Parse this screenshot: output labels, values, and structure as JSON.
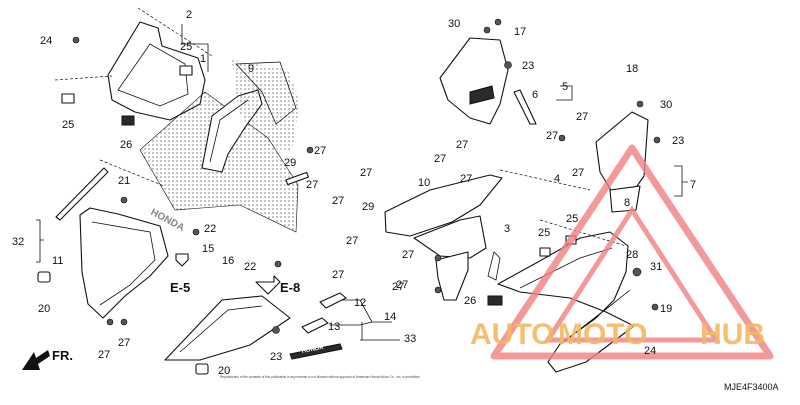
{
  "diagram": {
    "reference_code": "MJE4F3400A",
    "watermark": {
      "brand_auto": "AUTO",
      "brand_moto": "MOTO",
      "brand_hub": "HUB"
    },
    "direction_label": "FR.",
    "section_labels": [
      "E-5",
      "E-8"
    ],
    "stripe_text_1": "HONDA",
    "stripe_text_2": "HONDA",
    "copyright_text": "Reproduction of the contents of this publication in any manner is not allowed without approval of American Honda Motor Co., Inc. is prohibited",
    "callouts": [
      {
        "id": "c2",
        "text": "2"
      },
      {
        "id": "c24a",
        "text": "24"
      },
      {
        "id": "c25a",
        "text": "25"
      },
      {
        "id": "c1",
        "text": "1"
      },
      {
        "id": "c25b",
        "text": "25"
      },
      {
        "id": "c26a",
        "text": "26"
      },
      {
        "id": "c9",
        "text": "9"
      },
      {
        "id": "c27a",
        "text": "27"
      },
      {
        "id": "c29a",
        "text": "29"
      },
      {
        "id": "c27b",
        "text": "27"
      },
      {
        "id": "c27c",
        "text": "27"
      },
      {
        "id": "c21",
        "text": "21"
      },
      {
        "id": "c32",
        "text": "32"
      },
      {
        "id": "c11",
        "text": "11"
      },
      {
        "id": "c22a",
        "text": "22"
      },
      {
        "id": "c15",
        "text": "15"
      },
      {
        "id": "c16",
        "text": "16"
      },
      {
        "id": "c22b",
        "text": "22"
      },
      {
        "id": "c20a",
        "text": "20"
      },
      {
        "id": "c27d",
        "text": "27"
      },
      {
        "id": "c27e",
        "text": "27"
      },
      {
        "id": "c23a",
        "text": "23"
      },
      {
        "id": "c20b",
        "text": "20"
      },
      {
        "id": "c12",
        "text": "12"
      },
      {
        "id": "c13",
        "text": "13"
      },
      {
        "id": "c14",
        "text": "14"
      },
      {
        "id": "c33",
        "text": "33"
      },
      {
        "id": "c27f",
        "text": "27"
      },
      {
        "id": "c27g",
        "text": "27"
      },
      {
        "id": "c27h",
        "text": "27"
      },
      {
        "id": "c27i",
        "text": "27"
      },
      {
        "id": "c30a",
        "text": "30"
      },
      {
        "id": "c17",
        "text": "17"
      },
      {
        "id": "c23b",
        "text": "23"
      },
      {
        "id": "c5",
        "text": "5"
      },
      {
        "id": "c6",
        "text": "6"
      },
      {
        "id": "c27j",
        "text": "27"
      },
      {
        "id": "c27k",
        "text": "27"
      },
      {
        "id": "c27l",
        "text": "27"
      },
      {
        "id": "c10",
        "text": "10"
      },
      {
        "id": "c29b",
        "text": "29"
      },
      {
        "id": "c27m",
        "text": "27"
      },
      {
        "id": "c4",
        "text": "4"
      },
      {
        "id": "c3",
        "text": "3"
      },
      {
        "id": "c25c",
        "text": "25"
      },
      {
        "id": "c25d",
        "text": "25"
      },
      {
        "id": "c27n",
        "text": "27"
      },
      {
        "id": "c27o",
        "text": "27"
      },
      {
        "id": "c26b",
        "text": "26"
      },
      {
        "id": "c18",
        "text": "18"
      },
      {
        "id": "c30b",
        "text": "30"
      },
      {
        "id": "c27p",
        "text": "27"
      },
      {
        "id": "c23c",
        "text": "23"
      },
      {
        "id": "c27q",
        "text": "27"
      },
      {
        "id": "c7",
        "text": "7"
      },
      {
        "id": "c8",
        "text": "8"
      },
      {
        "id": "c28",
        "text": "28"
      },
      {
        "id": "c31",
        "text": "31"
      },
      {
        "id": "c19",
        "text": "19"
      },
      {
        "id": "c24b",
        "text": "24"
      }
    ]
  }
}
